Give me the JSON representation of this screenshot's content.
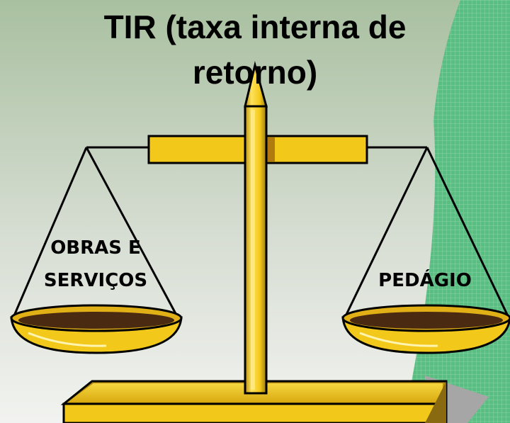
{
  "title": {
    "line1": "TIR (taxa interna de",
    "line2": "retorno)"
  },
  "left_pan": {
    "line1": "OBRAS E",
    "line2": "SERVIÇOS"
  },
  "right_pan": {
    "label": "PEDÁGIO"
  },
  "colors": {
    "background_top": "#a9c0a0",
    "background_bottom": "#f2f3f0",
    "grid_green": "#4fb87a",
    "gold": "#f2c81a",
    "gold_dark": "#8a6a10",
    "pan_inner": "#4a2a10"
  }
}
